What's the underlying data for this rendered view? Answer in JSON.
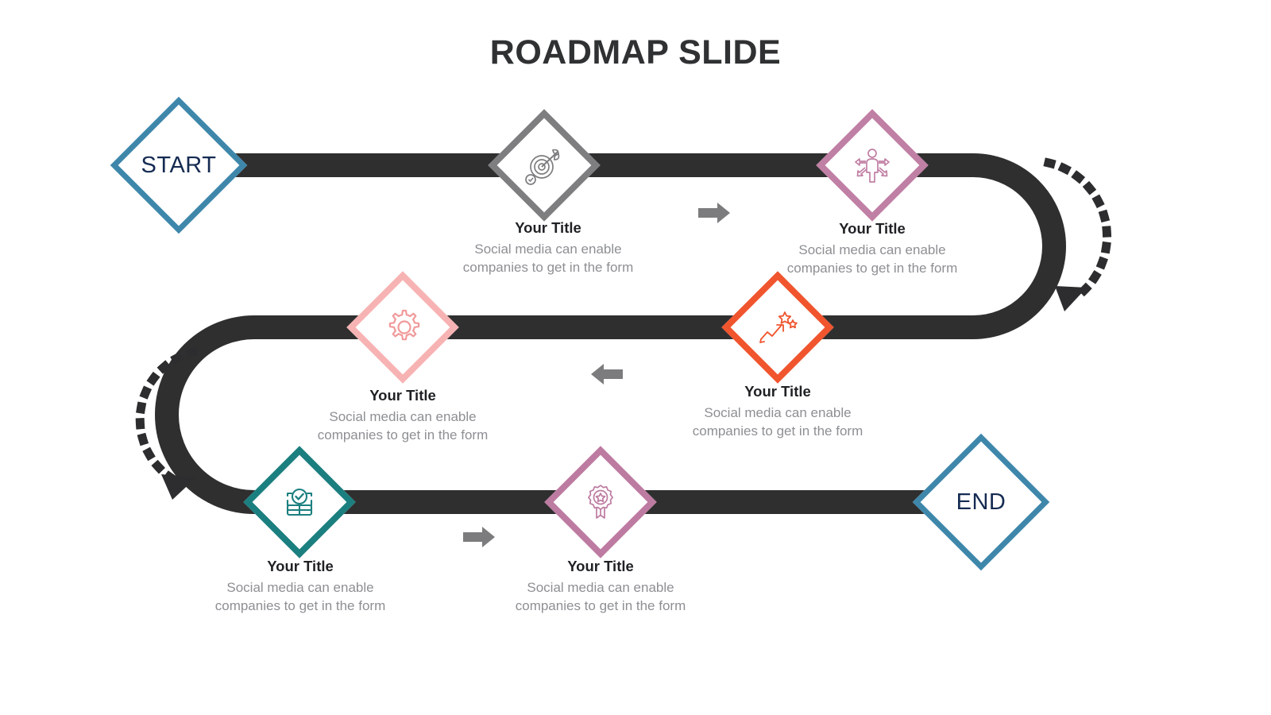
{
  "slide": {
    "title": "ROADMAP SLIDE",
    "background": "#ffffff",
    "road_color": "#302f30",
    "title_color": "#2f3132",
    "caption_title_color": "#1f2124",
    "caption_body_color": "#8d8f93",
    "flow_arrow_color": "#7c7c7e",
    "dotted_arrow_color": "#2d2d2f"
  },
  "terminals": {
    "start": {
      "label": "START",
      "color": "#3e87ab",
      "text_color": "#152b52",
      "name": "start-node"
    },
    "end": {
      "label": "END",
      "color": "#3e87ab",
      "text_color": "#152b52",
      "name": "end-node"
    }
  },
  "steps": [
    {
      "index": 1,
      "icon": "target-arrow-icon",
      "color": "#7e7e80",
      "title": "Your Title",
      "body_line1": "Social media can enable",
      "body_line2": "companies to get in the form"
    },
    {
      "index": 2,
      "icon": "person-directions-icon",
      "color": "#c07fa4",
      "title": "Your Title",
      "body_line1": "Social media can enable",
      "body_line2": "companies to get in the form"
    },
    {
      "index": 3,
      "icon": "growth-chart-stars-icon",
      "color": "#f0552e",
      "title": "Your Title",
      "body_line1": "Social media can enable",
      "body_line2": "companies to get in the form"
    },
    {
      "index": 4,
      "icon": "gear-icon",
      "color": "#f7b3b3",
      "title": "Your Title",
      "body_line1": "Social media can enable",
      "body_line2": "companies to get in the form"
    },
    {
      "index": 5,
      "icon": "briefcase-check-icon",
      "color": "#1c7f7f",
      "title": "Your Title",
      "body_line1": "Social media can enable",
      "body_line2": "companies to get in the form"
    },
    {
      "index": 6,
      "icon": "award-ribbon-icon",
      "color": "#bd7ba1",
      "title": "Your Title",
      "body_line1": "Social media can enable",
      "body_line2": "companies to get in the form"
    }
  ],
  "flow_arrows": [
    {
      "name": "flow-arrow-right-top",
      "direction": "right"
    },
    {
      "name": "flow-arrow-left-middle",
      "direction": "left"
    },
    {
      "name": "flow-arrow-right-bottom",
      "direction": "right"
    }
  ],
  "dotted_arrows": [
    {
      "name": "dotted-turn-arrow-right",
      "direction": "clockwise-down"
    },
    {
      "name": "dotted-turn-arrow-left",
      "direction": "counterclockwise-down"
    }
  ]
}
